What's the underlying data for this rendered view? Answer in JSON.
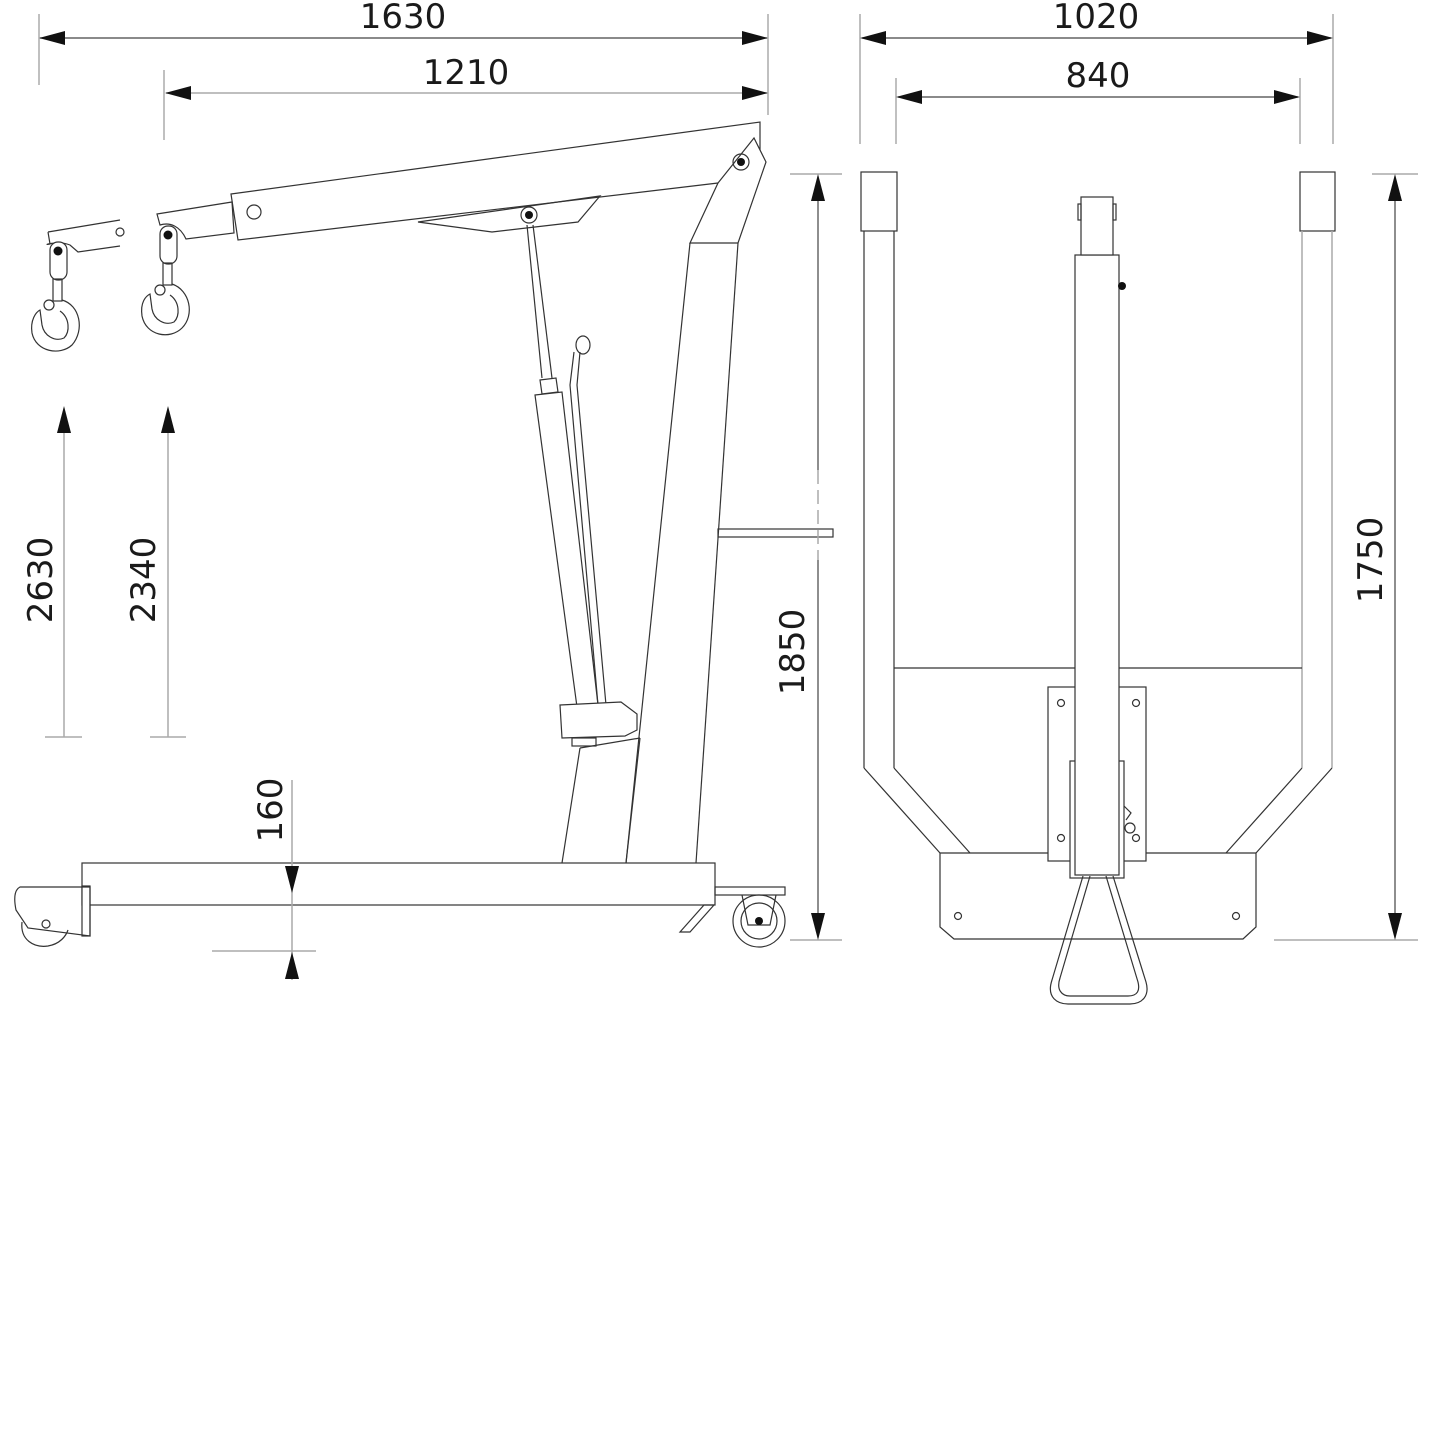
{
  "drawing": {
    "subject": "shop crane technical drawing",
    "units": "mm",
    "views": [
      "side-view",
      "front-view"
    ],
    "colors": {
      "line": "#333333",
      "dimension": "#444444",
      "extension": "#aaaaaa",
      "text": "#1a1a1a",
      "background": "#ffffff"
    }
  },
  "side_view": {
    "dimensions": {
      "total_length": "1630",
      "boom_reach": "1210",
      "max_hook_height_extended": "2630",
      "max_hook_height_retracted": "2340",
      "leg_height": "160",
      "overall_height": "1850"
    }
  },
  "front_view": {
    "dimensions": {
      "outer_width": "1020",
      "inner_width": "840",
      "depth_height": "1750"
    }
  }
}
